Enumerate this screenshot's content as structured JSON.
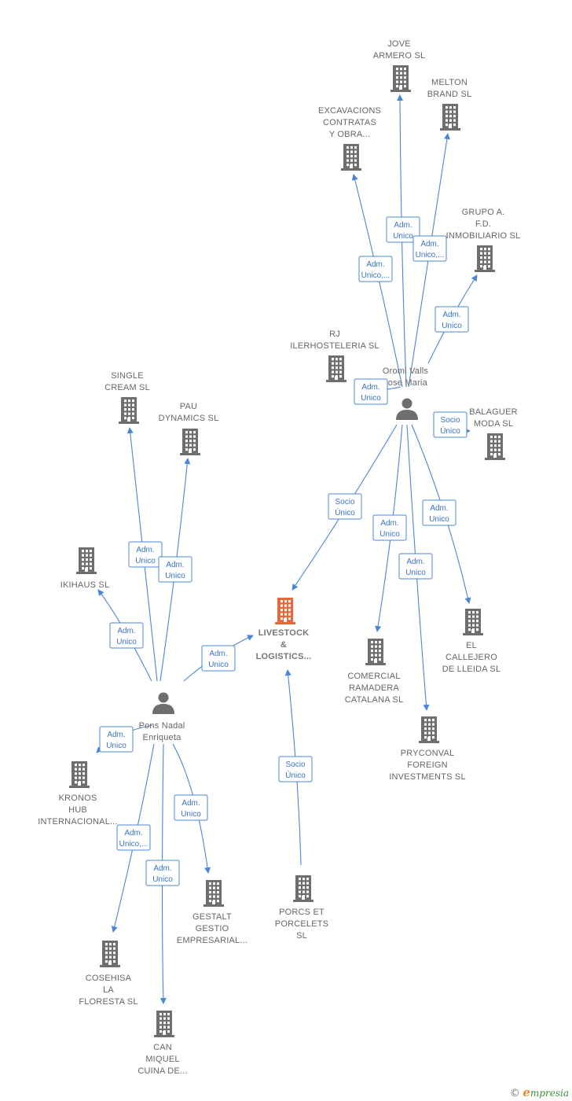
{
  "colors": {
    "edge": "#4a86d4",
    "building": "#6e6e6e",
    "focus": "#e8683a",
    "person": "#6e6e6e",
    "text": "#666666"
  },
  "nodes": [
    {
      "id": "jove",
      "type": "company",
      "label": [
        "JOVE",
        "ARMERO SL"
      ]
    },
    {
      "id": "melton",
      "type": "company",
      "label": [
        "MELTON",
        "BRAND SL"
      ]
    },
    {
      "id": "excav",
      "type": "company",
      "label": [
        "EXCAVACIONS",
        "CONTRATAS",
        "Y OBRA..."
      ]
    },
    {
      "id": "grupo",
      "type": "company",
      "label": [
        "GRUPO A.",
        "F.D.",
        "INMOBILIARIO SL"
      ]
    },
    {
      "id": "rj",
      "type": "company",
      "label": [
        "RJ",
        "ILERHOSTELERIA SL"
      ]
    },
    {
      "id": "oromi",
      "type": "person",
      "label": [
        "Oromi Valls",
        "Jose Maria"
      ]
    },
    {
      "id": "balaguer",
      "type": "company",
      "label": [
        "BALAGUER",
        "MODA SL"
      ]
    },
    {
      "id": "single",
      "type": "company",
      "label": [
        "SINGLE",
        "CREAM  SL"
      ]
    },
    {
      "id": "pau",
      "type": "company",
      "label": [
        "PAU",
        "DYNAMICS SL"
      ]
    },
    {
      "id": "ikihaus",
      "type": "company",
      "label": [
        "IKIHAUS  SL"
      ]
    },
    {
      "id": "livestock",
      "type": "focus",
      "label": [
        "LIVESTOCK",
        "&",
        "LOGISTICS..."
      ]
    },
    {
      "id": "comercial",
      "type": "company",
      "label": [
        "COMERCIAL",
        "RAMADERA",
        "CATALANA  SL"
      ]
    },
    {
      "id": "callejero",
      "type": "company",
      "label": [
        "EL",
        "CALLEJERO",
        "DE LLEIDA  SL"
      ]
    },
    {
      "id": "pryconval",
      "type": "company",
      "label": [
        "PRYCONVAL",
        "FOREIGN",
        "INVESTMENTS SL"
      ]
    },
    {
      "id": "pons",
      "type": "person",
      "label": [
        "Pons Nadal",
        "Enriqueta"
      ]
    },
    {
      "id": "kronos",
      "type": "company",
      "label": [
        "KRONOS",
        "HUB",
        "INTERNACIONAL..."
      ]
    },
    {
      "id": "gestalt",
      "type": "company",
      "label": [
        "GESTALT",
        "GESTIO",
        "EMPRESARIAL..."
      ]
    },
    {
      "id": "porcs",
      "type": "company",
      "label": [
        "PORCS ET",
        "PORCELETS",
        "SL"
      ]
    },
    {
      "id": "cosehisa",
      "type": "company",
      "label": [
        "COSEHISA",
        "LA",
        "FLORESTA  SL"
      ]
    },
    {
      "id": "canmiquel",
      "type": "company",
      "label": [
        "CAN",
        "MIQUEL",
        "CUINA DE..."
      ]
    }
  ],
  "edges": [
    {
      "from": "oromi",
      "to": "jove",
      "label": [
        "Adm.",
        "Unico"
      ]
    },
    {
      "from": "oromi",
      "to": "melton",
      "label": [
        "Adm.",
        "Unico,..."
      ]
    },
    {
      "from": "oromi",
      "to": "excav",
      "label": [
        "Adm.",
        "Unico,..."
      ]
    },
    {
      "from": "oromi",
      "to": "grupo",
      "label": [
        "Adm.",
        "Unico"
      ]
    },
    {
      "from": "oromi",
      "to": "rj",
      "label": [
        "Adm.",
        "Unico"
      ]
    },
    {
      "from": "oromi",
      "to": "balaguer",
      "label": [
        "Socio",
        "Único"
      ]
    },
    {
      "from": "oromi",
      "to": "livestock",
      "label": [
        "Socio",
        "Único"
      ]
    },
    {
      "from": "oromi",
      "to": "comercial",
      "label": [
        "Adm.",
        "Unico"
      ]
    },
    {
      "from": "oromi",
      "to": "pryconval",
      "label": [
        "Adm.",
        "Unico"
      ]
    },
    {
      "from": "oromi",
      "to": "callejero",
      "label": [
        "Adm.",
        "Unico"
      ]
    },
    {
      "from": "pons",
      "to": "single",
      "label": [
        "Adm.",
        "Unico"
      ]
    },
    {
      "from": "pons",
      "to": "pau",
      "label": [
        "Adm.",
        "Unico"
      ]
    },
    {
      "from": "pons",
      "to": "ikihaus",
      "label": [
        "Adm.",
        "Unico"
      ]
    },
    {
      "from": "pons",
      "to": "livestock",
      "label": [
        "Adm.",
        "Unico"
      ]
    },
    {
      "from": "pons",
      "to": "kronos",
      "label": [
        "Adm.",
        "Unico"
      ]
    },
    {
      "from": "pons",
      "to": "cosehisa",
      "label": [
        "Adm.",
        "Unico,..."
      ]
    },
    {
      "from": "pons",
      "to": "canmiquel",
      "label": [
        "Adm.",
        "Unico"
      ]
    },
    {
      "from": "pons",
      "to": "gestalt",
      "label": [
        "Adm.",
        "Unico"
      ]
    },
    {
      "from": "porcs",
      "to": "livestock",
      "label": [
        "Socio",
        "Único"
      ]
    }
  ],
  "footer": {
    "copyright": "©",
    "brand_initial": "e",
    "brand_rest": "mpresia"
  }
}
